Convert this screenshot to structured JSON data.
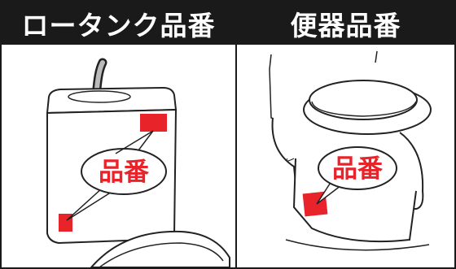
{
  "panels": {
    "tank": {
      "title": "ロータンク品番",
      "callout": "品番"
    },
    "bowl": {
      "title": "便器品番",
      "callout": "品番"
    }
  },
  "colors": {
    "label_red": "#e8232a",
    "header_bg": "#1a1a1a",
    "header_text": "#ffffff"
  }
}
